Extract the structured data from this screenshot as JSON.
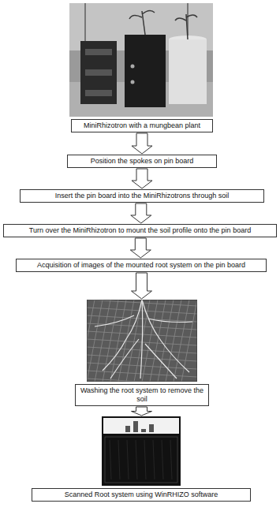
{
  "diagram": {
    "nodes": [
      {
        "text": [
          "MiniRhizotron with a mungbean plant"
        ]
      },
      {
        "text": [
          "Position the spokes on pin board"
        ]
      },
      {
        "text": [
          "Insert the pin board into the MiniRhizotrons through soil"
        ]
      },
      {
        "text": [
          "Turn over the MiniRhizotron to mount the soil profile onto the pin board"
        ]
      },
      {
        "text": [
          "Acquisition of images of the mounted root system on the pin board"
        ]
      },
      {
        "text": [
          "Washing the root system to remove the soil"
        ]
      },
      {
        "text": [
          "Scanned Root system using WinRHIZO software"
        ]
      }
    ],
    "edges": [
      {
        "from": 0,
        "to": 1,
        "arrow": "to"
      },
      {
        "from": 1,
        "to": 2,
        "arrow": "to"
      },
      {
        "from": 2,
        "to": 3,
        "arrow": "to"
      },
      {
        "from": 3,
        "to": 4,
        "arrow": "to"
      },
      {
        "from": 4,
        "to": 5,
        "arrow": "to"
      },
      {
        "from": 5,
        "to": 6,
        "arrow": "to"
      }
    ]
  }
}
